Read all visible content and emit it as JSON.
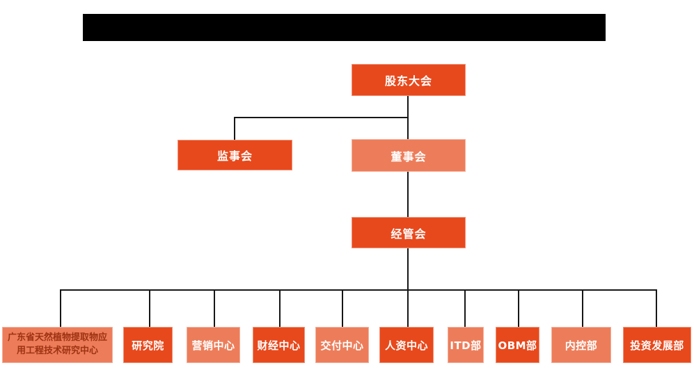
{
  "colors": {
    "primary_orange": "#E8491C",
    "light_salmon": "#ED7D5A",
    "dark_red_text": "#9E3212",
    "white_text": "#FFFFFF",
    "connector_line": "#161616",
    "masked_title_bar": "#000000",
    "background": "#FFFFFF"
  },
  "org_chart": {
    "top": {
      "label": "股东大会",
      "color": "#E8491C",
      "text_color": "#FFFFFF"
    },
    "level2": [
      {
        "label": "监事会",
        "color": "#E8491C",
        "text_color": "#FFFFFF"
      },
      {
        "label": "董事会",
        "color": "#ED7D5A",
        "text_color": "#FFFFFF"
      }
    ],
    "level3": {
      "label": "经管会",
      "color": "#E8491C",
      "text_color": "#FFFFFF"
    },
    "departments": [
      {
        "label": "广东省天然植物提取物应用工程技术研究中心",
        "color": "#ED7D5A",
        "text_color": "#9E3212"
      },
      {
        "label": "研究院",
        "color": "#E8491C",
        "text_color": "#FFFFFF"
      },
      {
        "label": "营销中心",
        "color": "#ED7D5A",
        "text_color": "#FFFFFF"
      },
      {
        "label": "财经中心",
        "color": "#E8491C",
        "text_color": "#FFFFFF"
      },
      {
        "label": "交付中心",
        "color": "#ED7D5A",
        "text_color": "#FFFFFF"
      },
      {
        "label": "人资中心",
        "color": "#E8491C",
        "text_color": "#FFFFFF"
      },
      {
        "label": "ITD部",
        "color": "#ED7D5A",
        "text_color": "#FFFFFF"
      },
      {
        "label": "OBM部",
        "color": "#E8491C",
        "text_color": "#FFFFFF"
      },
      {
        "label": "内控部",
        "color": "#ED7D5A",
        "text_color": "#FFFFFF"
      },
      {
        "label": "投资发展部",
        "color": "#E8491C",
        "text_color": "#FFFFFF"
      }
    ]
  }
}
